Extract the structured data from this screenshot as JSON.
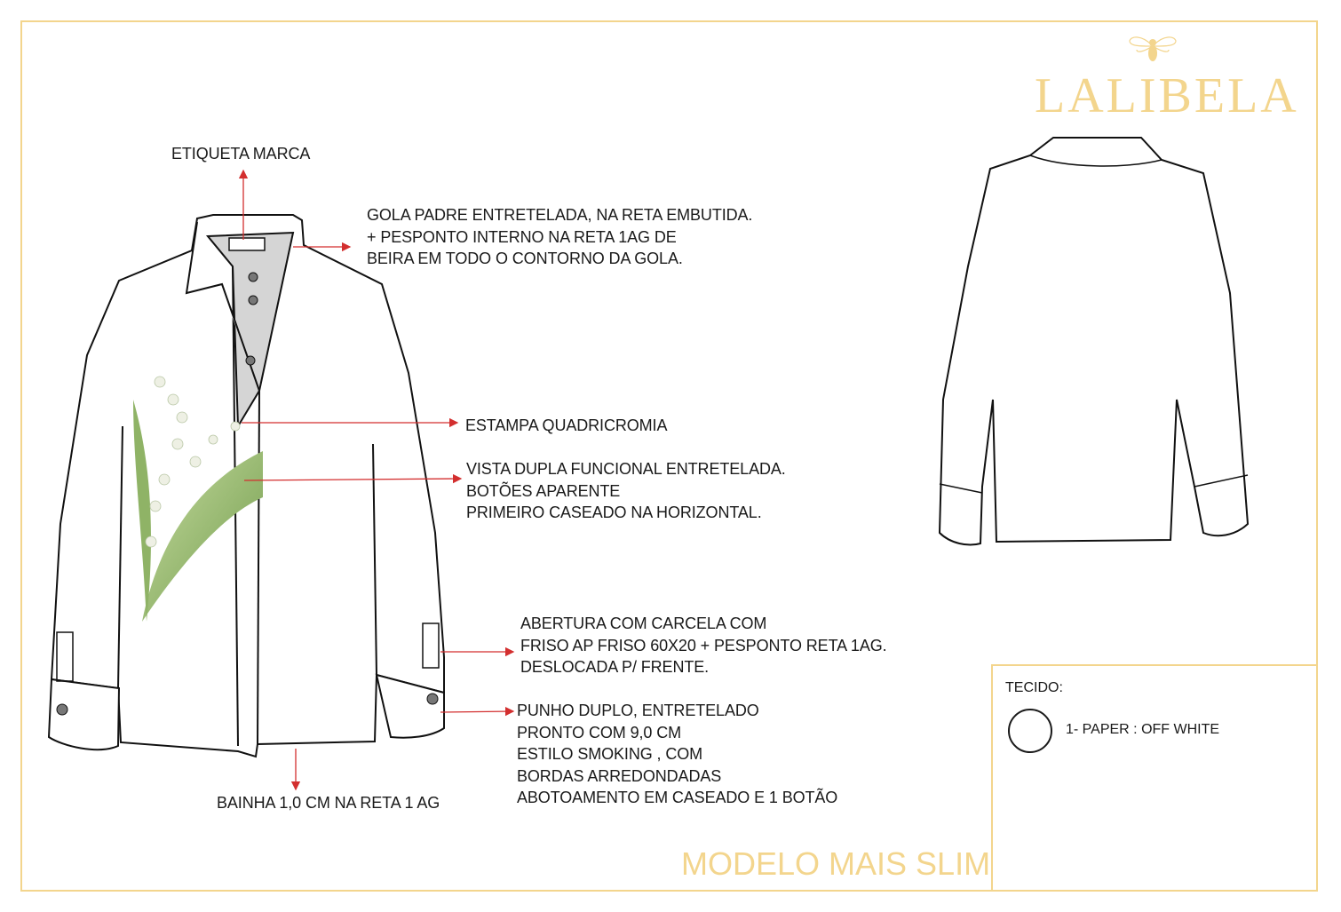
{
  "brand": {
    "name": "LALIBELA",
    "logo_icon": "bee-icon",
    "color": "#f3d58d"
  },
  "annotations": {
    "label_tag": "ETIQUETA MARCA",
    "collar": [
      "GOLA PADRE ENTRETELADA,  NA RETA EMBUTIDA.",
      "+ PESPONTO INTERNO NA RETA 1AG DE",
      "BEIRA EM TODO O CONTORNO DA GOLA."
    ],
    "print": "ESTAMPA QUADRICROMIA",
    "placket": [
      "VISTA DUPLA FUNCIONAL ENTRETELADA.",
      "BOTÕES APARENTE",
      "PRIMEIRO CASEADO NA HORIZONTAL."
    ],
    "sleeve_opening": [
      "ABERTURA COM CARCELA COM",
      "FRISO AP FRISO 60X20 + PESPONTO RETA 1AG.",
      "DESLOCADA P/ FRENTE."
    ],
    "cuff": [
      "PUNHO DUPLO, ENTRETELADO",
      "PRONTO COM 9,0 CM",
      "ESTILO SMOKING , COM",
      "BORDAS ARREDONDADAS",
      "ABOTOAMENTO EM CASEADO E 1 BOTÃO"
    ],
    "hem": "BAINHA 1,0 CM NA RETA 1 AG"
  },
  "model_note": "MODELO MAIS SLIM",
  "fabric": {
    "label": "TECIDO:",
    "items": [
      {
        "name": "1- PAPER : OFF WHITE",
        "color": "#ffffff"
      }
    ]
  },
  "colors": {
    "accent": "#f3d58d",
    "arrow": "#d32f2f"
  }
}
